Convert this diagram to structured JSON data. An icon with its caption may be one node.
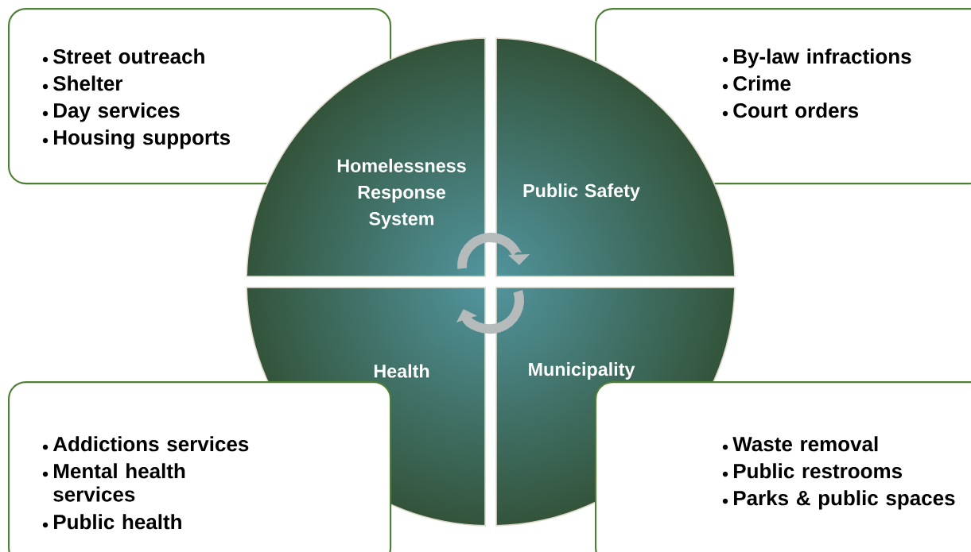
{
  "diagram": {
    "nodes": [
      {
        "text": [
          "Street outreach",
          "Shelter",
          "Day services",
          "Housing supports"
        ]
      },
      {
        "text": [
          "By-law infractions",
          "Crime",
          "Court orders"
        ]
      },
      {
        "text": [
          "Homelessness Response System"
        ]
      },
      {
        "text": [
          "Public Safety"
        ]
      },
      {
        "text": [
          "Health"
        ]
      },
      {
        "text": [
          "Municipality"
        ]
      },
      {
        "text": [
          "Addictions services",
          "Mental health services",
          "Public health"
        ]
      },
      {
        "text": [
          "Waste removal",
          "Public restrooms",
          "Parks & public spaces"
        ]
      }
    ],
    "edges": [
      {
        "from": 2,
        "to": 3,
        "arrow": "to"
      },
      {
        "from": 5,
        "to": 4,
        "arrow": "to"
      }
    ]
  }
}
